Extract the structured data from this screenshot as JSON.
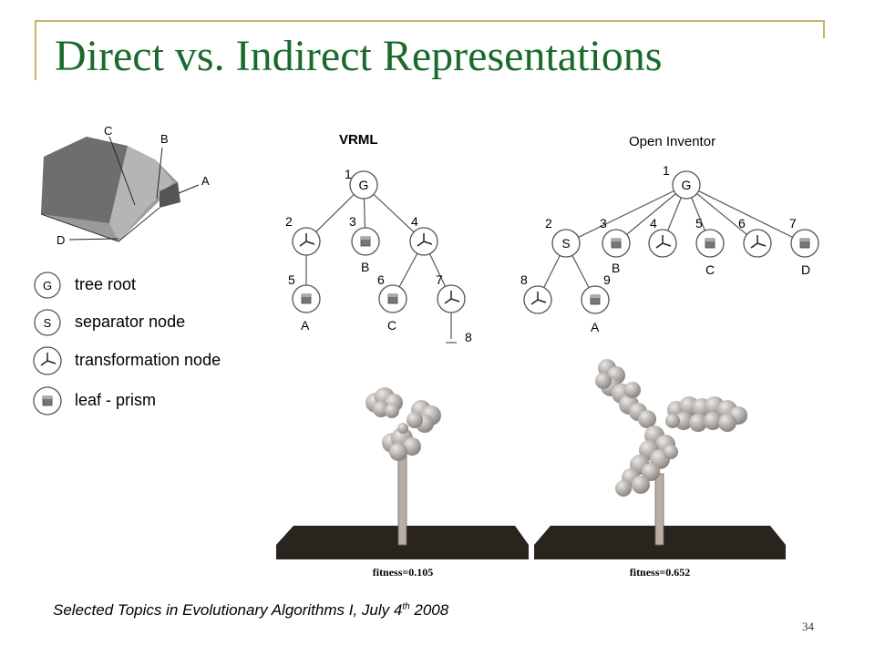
{
  "title": "Direct vs. Indirect Representations",
  "prism_labels": {
    "c": "C",
    "b": "B",
    "a": "A",
    "d": "D"
  },
  "legend": [
    {
      "symbol": "G",
      "label": "tree root"
    },
    {
      "symbol": "S",
      "label": "separator node"
    },
    {
      "symbol": "transformation",
      "label": "transformation node"
    },
    {
      "symbol": "leaf",
      "label": "leaf - prism"
    }
  ],
  "vrml": {
    "heading": "VRML",
    "root": "G",
    "numbers": [
      "1",
      "2",
      "3",
      "4",
      "5",
      "6",
      "7",
      "8"
    ],
    "leaf_labels": [
      "B",
      "A",
      "C"
    ]
  },
  "open_inventor": {
    "heading": "Open Inventor",
    "root": "G",
    "separator": "S",
    "numbers": [
      "1",
      "2",
      "3",
      "4",
      "5",
      "6",
      "7",
      "8",
      "9"
    ],
    "leaf_labels": [
      "B",
      "C",
      "D",
      "A"
    ]
  },
  "renders": [
    {
      "caption": "fitness=0.105"
    },
    {
      "caption": "fitness=0.652"
    }
  ],
  "footer": {
    "text": "Selected Topics in Evolutionary Algorithms I, July 4",
    "sup": "th",
    "year": " 2008"
  },
  "page_number": "34",
  "colors": {
    "title": "#1a6b2b",
    "frame": "#c6b56a"
  }
}
